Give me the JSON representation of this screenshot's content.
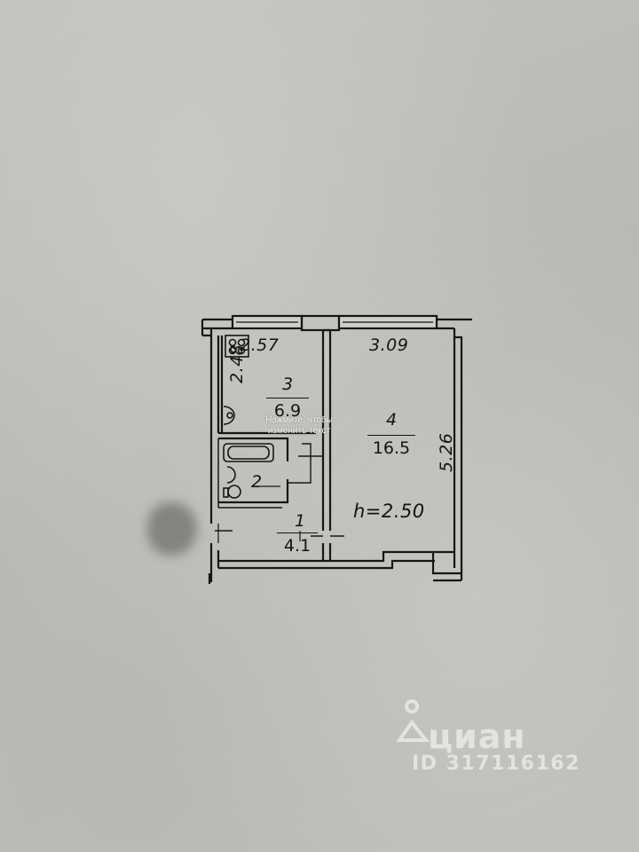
{
  "plan": {
    "rooms": [
      {
        "number": "1",
        "area": "4.1"
      },
      {
        "number": "2"
      },
      {
        "number": "3",
        "area": "6.9"
      },
      {
        "number": "4",
        "area": "16.5"
      }
    ],
    "dimensions": {
      "top_left": "2.57",
      "top_right": "3.09",
      "left_height": "2.48",
      "right_height": "5.26",
      "ceiling_height": "h=2.50"
    }
  },
  "overlay_hint": "Нажмите, чтобы изменить текст",
  "watermark": {
    "brand": "циан",
    "id": "ID 317116162",
    "icon": "cian-house-logo-icon"
  },
  "colors": {
    "paper": "#bdbcb7",
    "ink": "#141414",
    "watermark": "#ffffff"
  }
}
